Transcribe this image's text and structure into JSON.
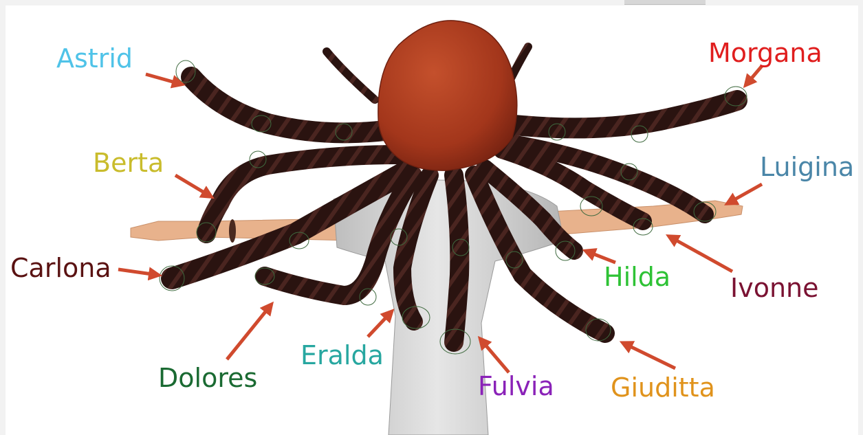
{
  "figure": {
    "labels": [
      {
        "id": "astrid",
        "text": "Astrid",
        "color": "#4fc3e8"
      },
      {
        "id": "berta",
        "text": "Berta",
        "color": "#c9bc2c"
      },
      {
        "id": "carlona",
        "text": "Carlona",
        "color": "#5a1212"
      },
      {
        "id": "dolores",
        "text": "Dolores",
        "color": "#1a6a32"
      },
      {
        "id": "eralda",
        "text": "Eralda",
        "color": "#27a7a0"
      },
      {
        "id": "fulvia",
        "text": "Fulvia",
        "color": "#8a22b8"
      },
      {
        "id": "giuditta",
        "text": "Giuditta",
        "color": "#e0931c"
      },
      {
        "id": "hilda",
        "text": "Hilda",
        "color": "#2ec235"
      },
      {
        "id": "ivonne",
        "text": "Ivonne",
        "color": "#7a1232"
      },
      {
        "id": "luigina",
        "text": "Luigina",
        "color": "#4a86a8"
      },
      {
        "id": "morgana",
        "text": "Morgana",
        "color": "#e01e1e"
      }
    ],
    "colors": {
      "arrow": "#d04a2e",
      "head": "#a8361c",
      "braid": "#2a1310",
      "dress": "#dcdcdc",
      "skin": "#e8b28c",
      "control": "#3f6a3f"
    }
  }
}
